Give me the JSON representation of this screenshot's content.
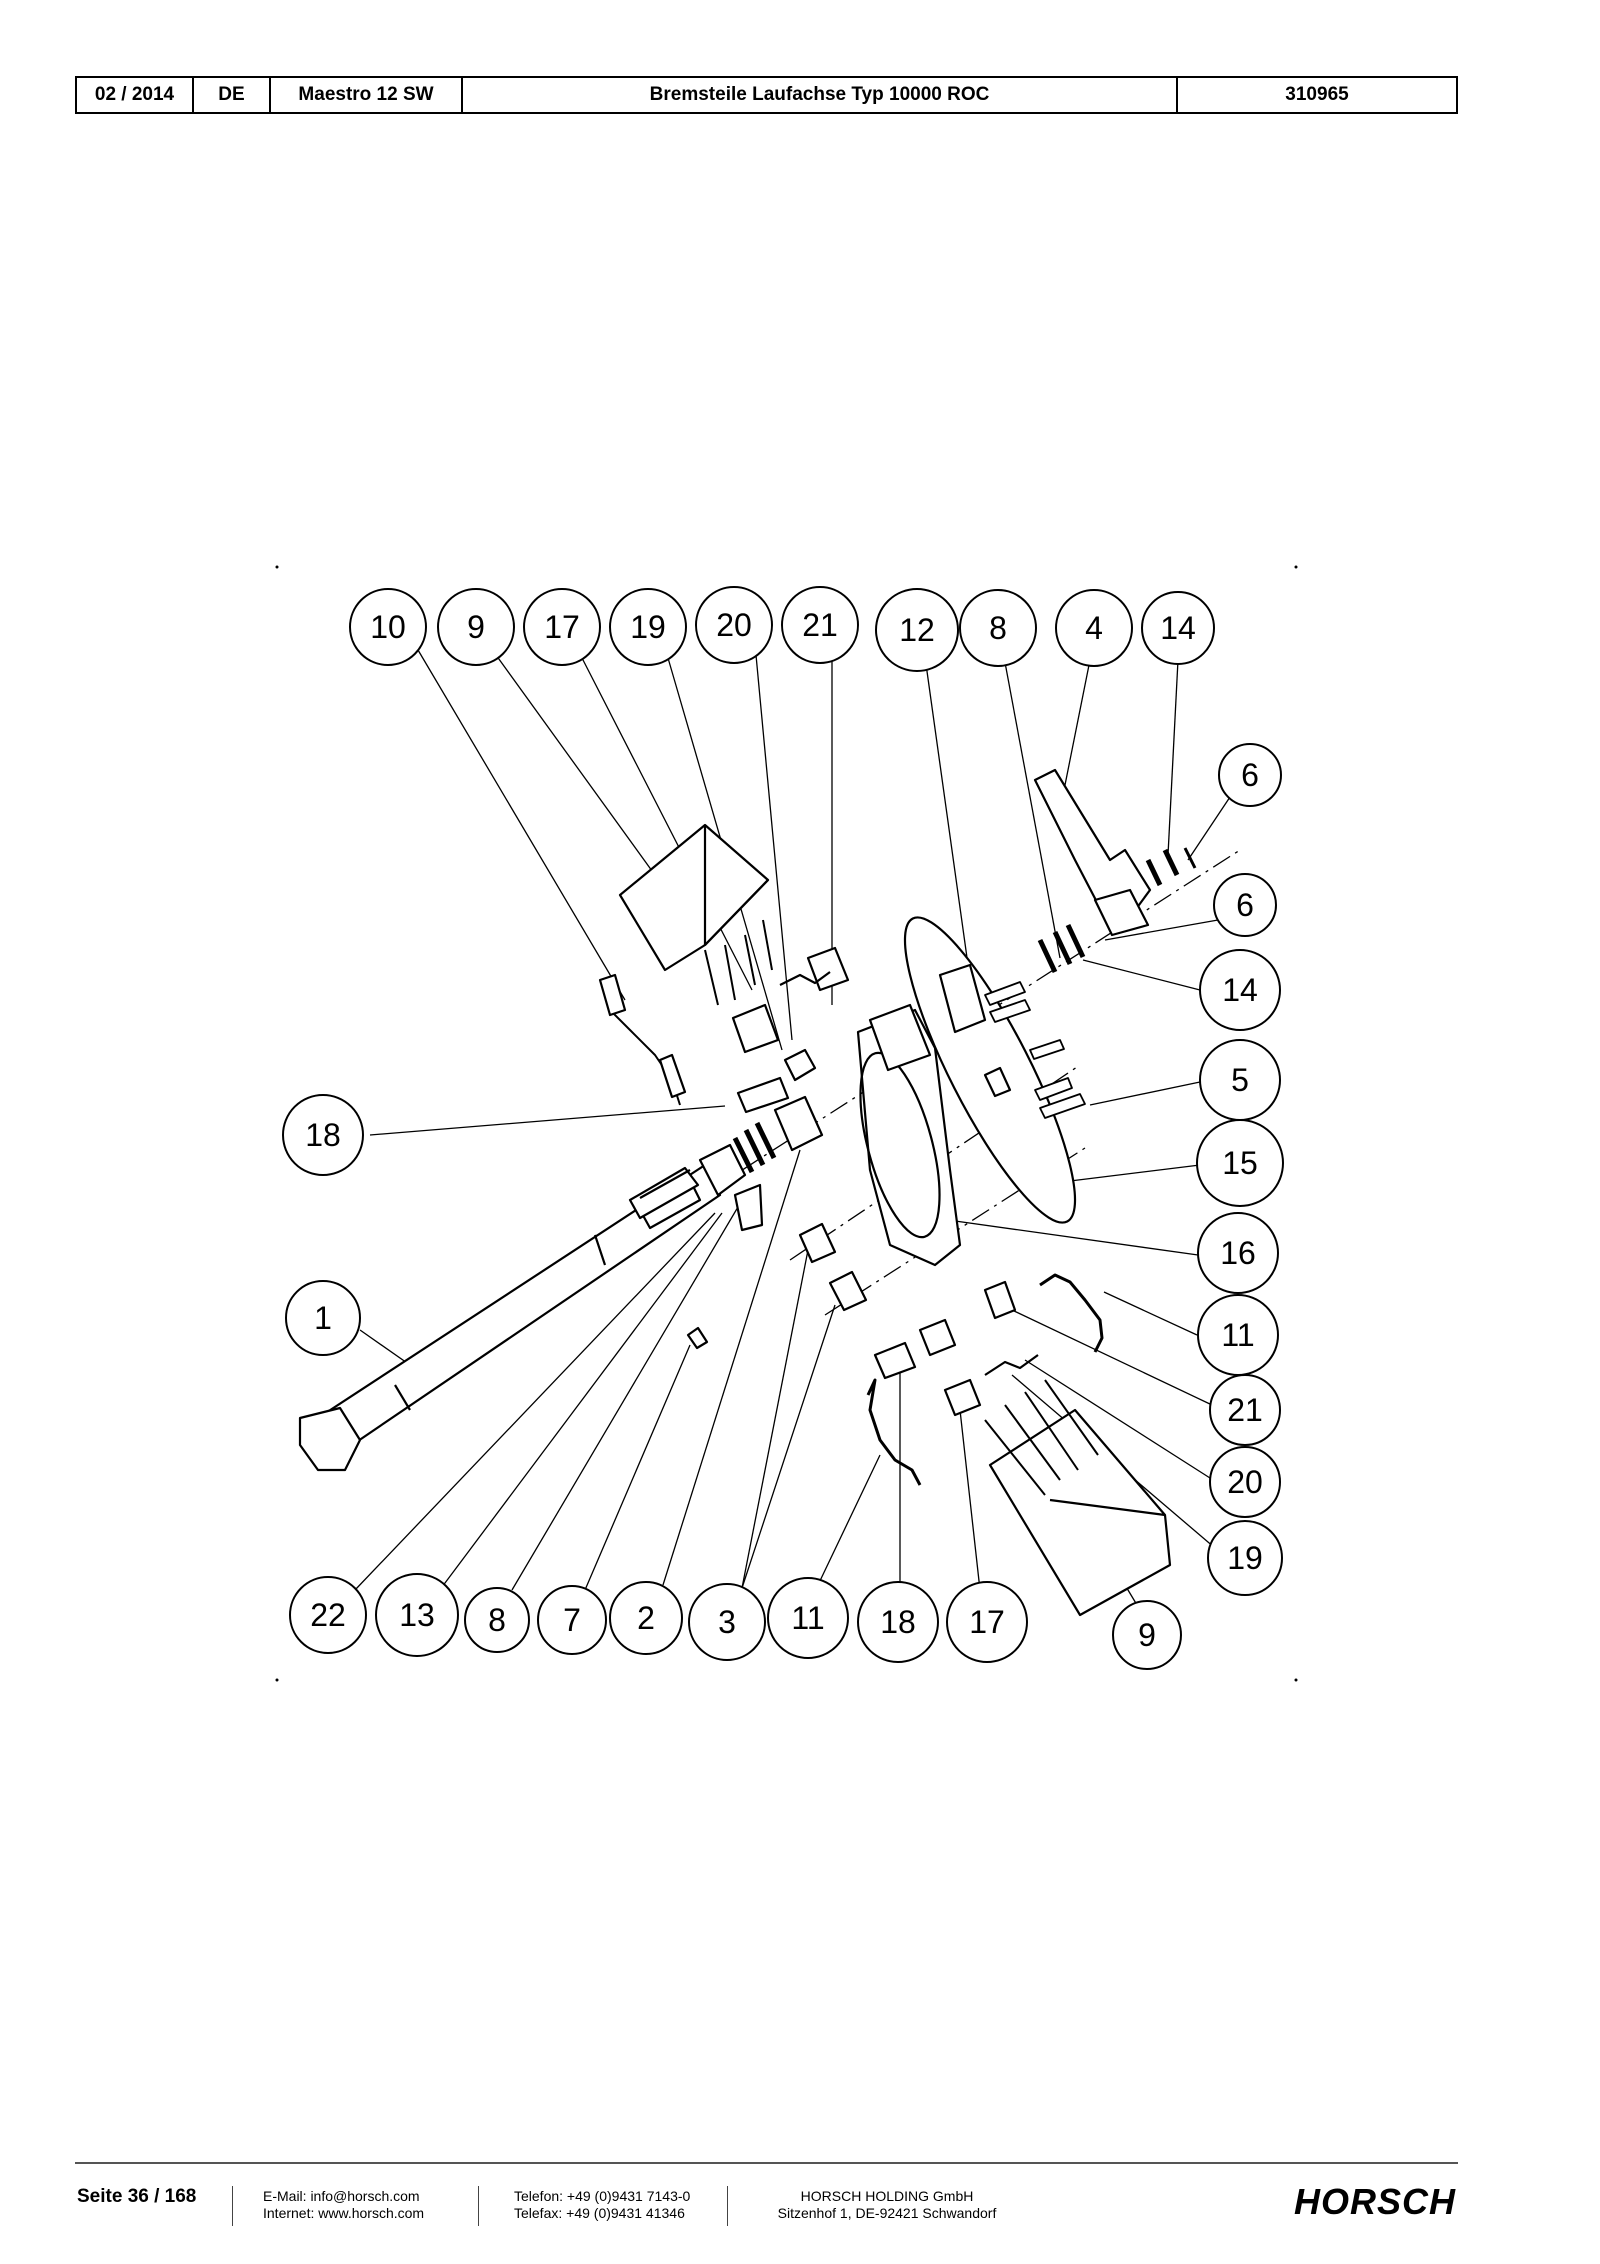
{
  "header": {
    "date": "02 / 2014",
    "language": "DE",
    "model": "Maestro 12 SW",
    "title": "Bremsteile Laufachse Typ 10000 ROC",
    "doc_number": "310965"
  },
  "diagram": {
    "callouts": {
      "t1": "10",
      "t2": "9",
      "t3": "17",
      "t4": "19",
      "t5": "20",
      "t6": "21",
      "t7": "12",
      "t8": "8",
      "t9": "4",
      "t10": "14",
      "r1": "6",
      "r2": "6",
      "r3": "14",
      "r4": "5",
      "r5": "15",
      "r6": "16",
      "r7": "11",
      "r8": "21",
      "r9": "20",
      "r10": "19",
      "l1": "18",
      "l2": "1",
      "b1": "22",
      "b2": "13",
      "b3": "8",
      "b4": "7",
      "b5": "2",
      "b6": "3",
      "b7": "11",
      "b8": "18",
      "b9": "17",
      "b10": "9"
    }
  },
  "footer": {
    "page": "Seite 36 / 168",
    "email": "E-Mail: info@horsch.com",
    "internet": "Internet: www.horsch.com",
    "phone": "Telefon: +49 (0)9431 7143-0",
    "fax": "Telefax: +49 (0)9431 41346",
    "company": "HORSCH HOLDING GmbH",
    "address": "Sitzenhof 1, DE-92421 Schwandorf",
    "logo_text": "HORSCH"
  }
}
